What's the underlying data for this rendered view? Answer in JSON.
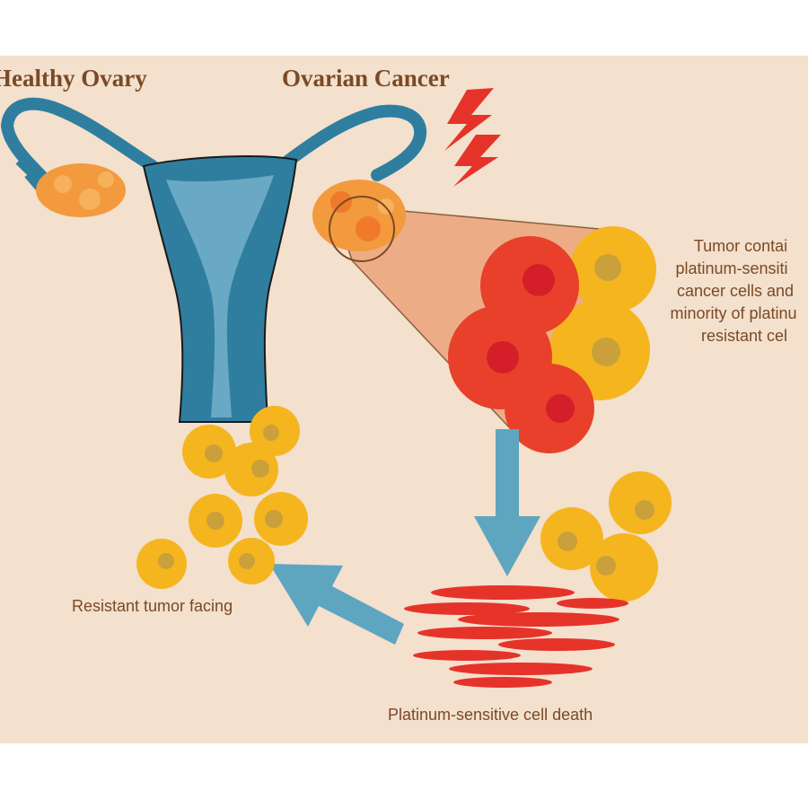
{
  "labels": {
    "healthy_ovary": "Healthy Ovary",
    "ovarian_cancer": "Ovarian Cancer",
    "tumor_lines": [
      "Tumor contai",
      "platinum-sensiti",
      "cancer cells and",
      "minority of platinu",
      "resistant cel"
    ],
    "cell_death": "Platinum-sensitive cell death",
    "resistant_tumor": "Resistant tumor facing"
  },
  "colors": {
    "background": "#f3e0cd",
    "label_text": "#7a4a26",
    "uterus_blue": "#2f7ea0",
    "uterus_light": "#6aa9c4",
    "arrow_blue": "#5ea6c0",
    "sensitive_cell": "#e8402a",
    "sensitive_nucleus": "#d41f2a",
    "resistant_cell": "#f5b51f",
    "resistant_nucleus": "#c9a03a",
    "ovary_orange": "#f39a3e",
    "lightning": "#e6332a",
    "cone_fill": "#eba57a"
  }
}
